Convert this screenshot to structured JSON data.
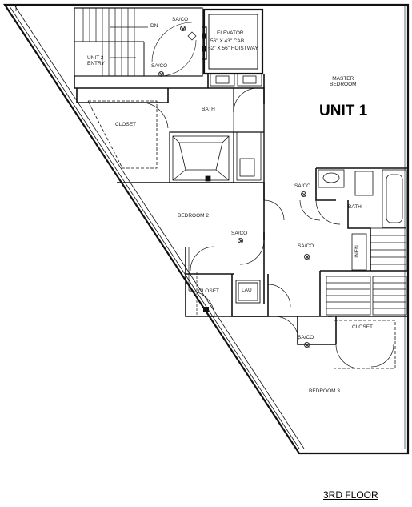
{
  "plan": {
    "unit_title": "UNIT 1",
    "floor_label": "3RD FLOOR",
    "rooms": {
      "master_bedroom": "MASTER\nBEDROOM",
      "bath_top": "BATH",
      "closet_left": "CLOSET",
      "bedroom2": "BEDROOM 2",
      "bath_right": "BATH",
      "linen": "LINEN",
      "closet_mid": "CLOSET",
      "lau": "LAU",
      "closet_bottom": "CLOSET",
      "bedroom3": "BEDROOM 3"
    },
    "elevator": {
      "label": "ELEVATOR",
      "cab": "56\" X 43\" CAB",
      "hoistway": "62\" X 56\" HOISTWAY"
    },
    "stair": {
      "dn": "DN",
      "entry": "UNIT 2\nENTRY"
    },
    "sensor_label": "SA/CO",
    "sensors": [
      "sa-co-stair-top",
      "sa-co-stair-entry",
      "sa-co-hall-right",
      "sa-co-bedroom2",
      "sa-co-hall-center",
      "sa-co-bedroom3-door"
    ]
  }
}
